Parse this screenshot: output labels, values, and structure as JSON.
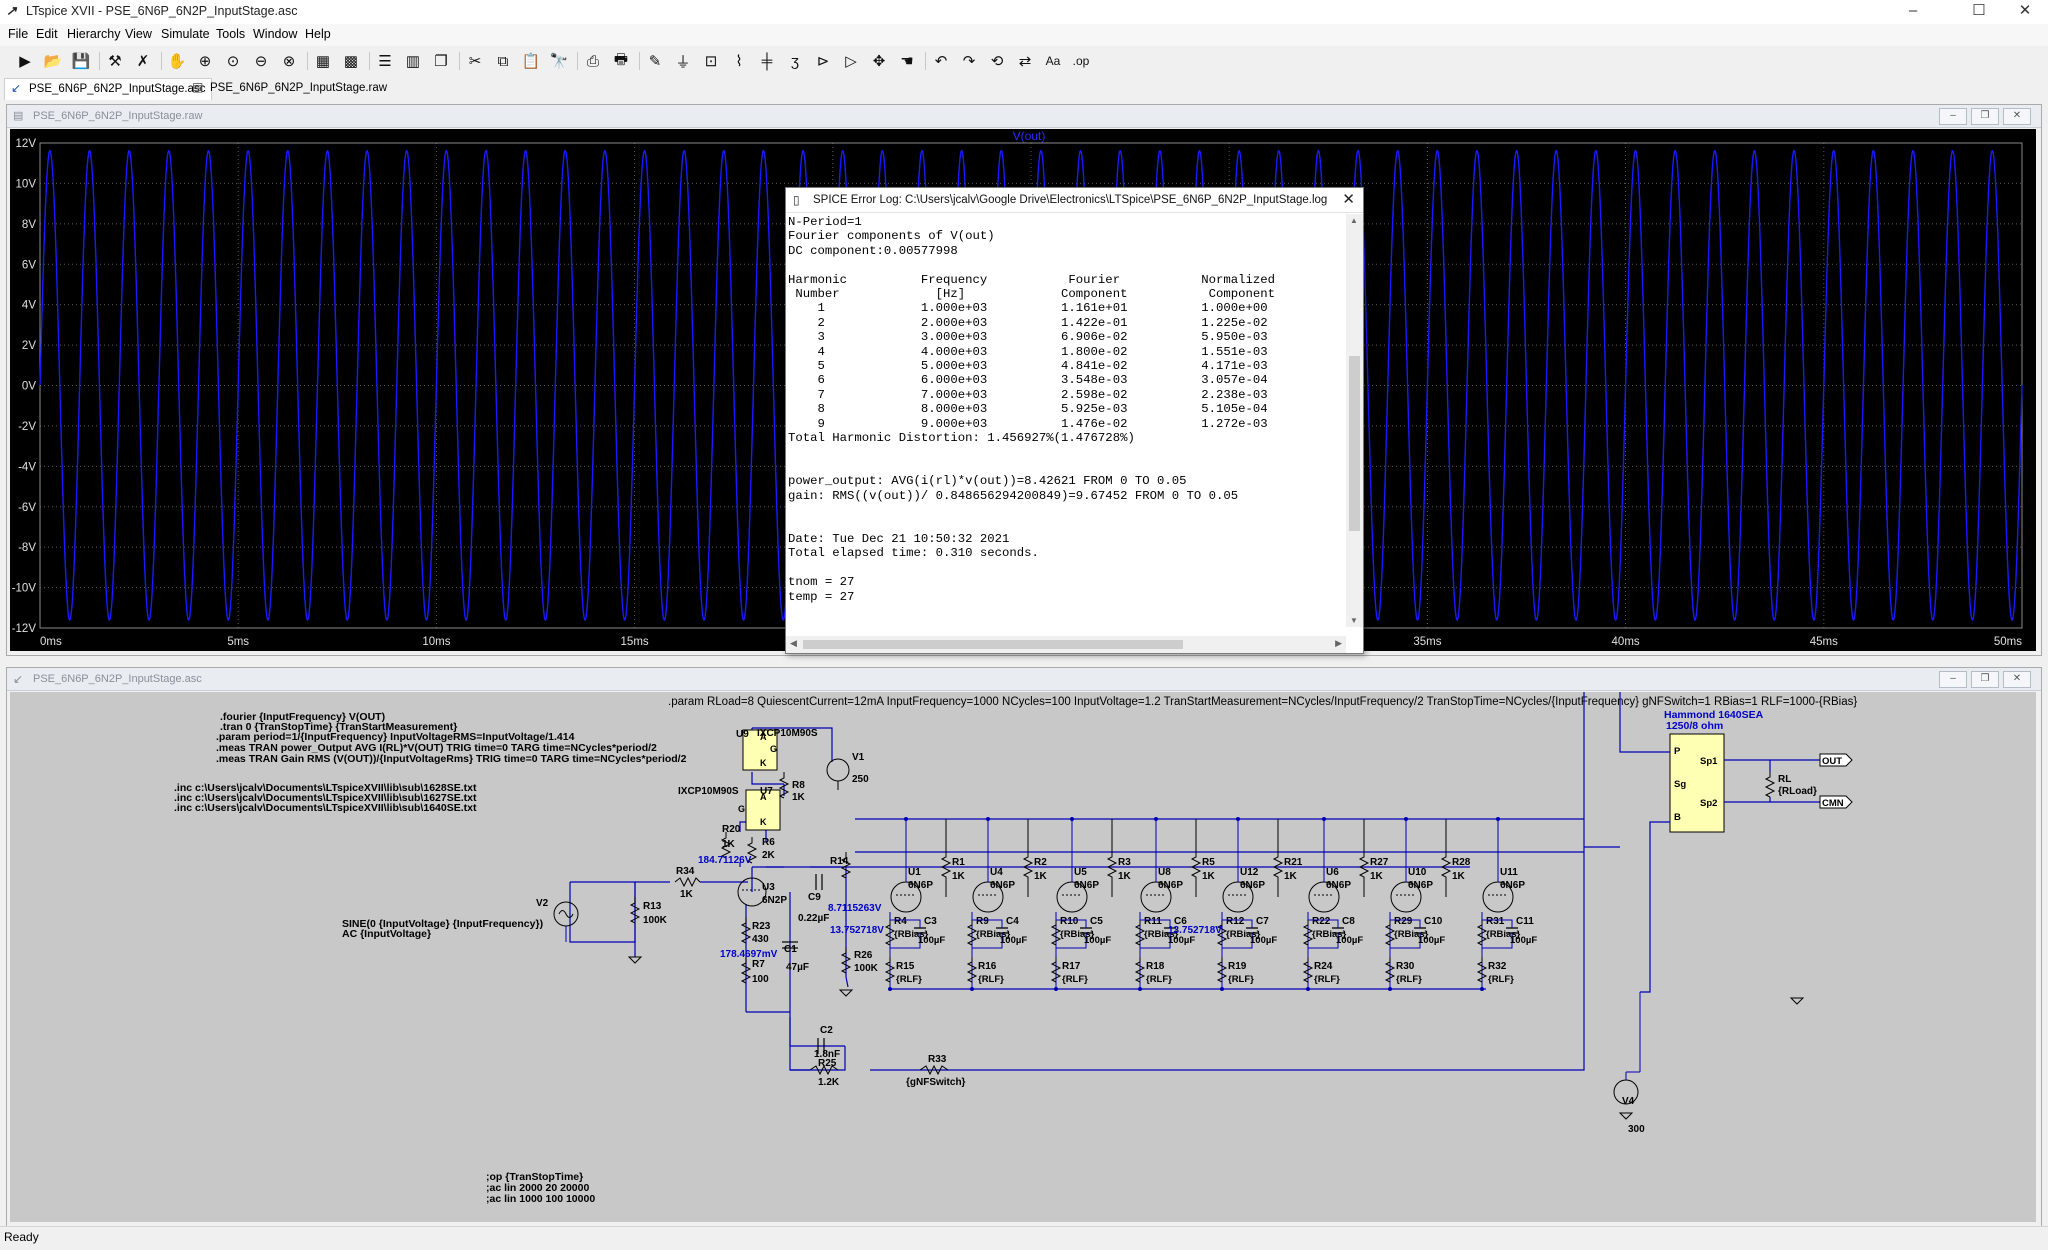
{
  "app": {
    "title": "LTspice XVII - PSE_6N6P_6N2P_InputStage.asc",
    "window_controls": [
      "–",
      "☐",
      "✕"
    ]
  },
  "menu": [
    "File",
    "Edit",
    "Hierarchy",
    "View",
    "Simulate",
    "Tools",
    "Window",
    "Help"
  ],
  "toolbar_icons": [
    "run-icon",
    "open-icon",
    "save-icon",
    "control-panel-icon",
    "probe-icon",
    "pan-icon",
    "zoom-in-icon",
    "zoom-back-icon",
    "zoom-out-icon",
    "zoom-fit-icon",
    "autorange-icon",
    "grid-icon",
    "tile-horizontal-icon",
    "tile-vertical-icon",
    "cascade-icon",
    "cut-icon",
    "copy-icon",
    "paste-icon",
    "find-icon",
    "print-preview-icon",
    "print-icon",
    "draw-wire-icon",
    "ground-icon",
    "label-net-icon",
    "resistor-icon",
    "capacitor-icon",
    "inductor-icon",
    "diode-icon",
    "component-icon",
    "move-icon",
    "drag-icon",
    "undo-icon",
    "redo-icon",
    "rotate-icon",
    "mirror-icon",
    "text-icon",
    "spice-directive-icon"
  ],
  "tabs": [
    {
      "label": "PSE_6N6P_6N2P_InputStage.asc",
      "active": true,
      "icon": "schematic-icon"
    },
    {
      "label": "PSE_6N6P_6N2P_InputStage.raw",
      "active": false,
      "icon": "waveform-icon"
    }
  ],
  "wave_window": {
    "title": "PSE_6N6P_6N2P_InputStage.raw",
    "trace_label": "V(out)",
    "trace_color": "#1a1aff",
    "y_ticks": [
      "12V",
      "10V",
      "8V",
      "6V",
      "4V",
      "2V",
      "0V",
      "-2V",
      "-4V",
      "-6V",
      "-8V",
      "-10V",
      "-12V"
    ],
    "x_ticks": [
      "0ms",
      "5ms",
      "10ms",
      "15ms",
      "20ms",
      "25ms",
      "30ms",
      "35ms",
      "40ms",
      "45ms",
      "50ms"
    ]
  },
  "chart_data": {
    "type": "line",
    "title": "V(out)",
    "xlabel": "",
    "ylabel": "",
    "xlim": [
      0,
      50
    ],
    "ylim": [
      -12,
      12
    ],
    "series": [
      {
        "name": "V(out)",
        "frequency_hz": 1000,
        "amplitude_v": 11.61,
        "dc_v": 0.00578
      }
    ]
  },
  "schem_window": {
    "title": "PSE_6N6P_6N2P_InputStage.asc"
  },
  "errlog": {
    "title": "SPICE Error Log: C:\\Users\\jcalv\\Google Drive\\Electronics\\LTSpice\\PSE_6N6P_6N2P_InputStage.log",
    "close": "✕",
    "text": "N-Period=1\nFourier components of V(out)\nDC component:0.00577998\n\nHarmonic          Frequency           Fourier           Normalized\n Number             [Hz]             Component           Component\n    1             1.000e+03          1.161e+01          1.000e+00\n    2             2.000e+03          1.422e-01          1.225e-02\n    3             3.000e+03          6.906e-02          5.950e-03\n    4             4.000e+03          1.800e-02          1.551e-03\n    5             5.000e+03          4.841e-02          4.171e-03\n    6             6.000e+03          3.548e-03          3.057e-04\n    7             7.000e+03          2.598e-02          2.238e-03\n    8             8.000e+03          5.925e-03          5.105e-04\n    9             9.000e+03          1.476e-02          1.272e-03\nTotal Harmonic Distortion: 1.456927%(1.476728%)\n\n\npower_output: AVG(i(rl)*v(out))=8.42621 FROM 0 TO 0.05\ngain: RMS((v(out))/ 0.848656294200849)=9.67452 FROM 0 TO 0.05\n\n\nDate: Tue Dec 21 10:50:32 2021\nTotal elapsed time: 0.310 seconds.\n\ntnom = 27\ntemp = 27"
  },
  "schematic": {
    "param_line": ".param RLoad=8 QuiescentCurrent=12mA InputFrequency=1000 NCycles=100 InputVoltage=1.2 TranStartMeasurement=NCycles/InputFrequency/2 TranStopTime=NCycles/{InputFrequency} gNFSwitch=1 RBias=1 RLF=1000-{RBias}",
    "directives": [
      ".fourier {InputFrequency} V(OUT)",
      ".tran 0 {TranStopTime} {TranStartMeasurement}",
      ".param period=1/{InputFrequency} InputVoltageRMS=InputVoltage/1.414",
      ".meas TRAN power_Output AVG I(RL)*V(OUT) TRIG time=0 TARG time=NCycles*period/2",
      ".meas TRAN Gain RMS (V(OUT))/{InputVoltageRms} TRIG time=0 TARG time=NCycles*period/2"
    ],
    "includes": [
      ".inc c:\\Users\\jcalv\\Documents\\LTspiceXVII\\lib\\sub\\1628SE.txt",
      ".inc c:\\Users\\jcalv\\Documents\\LTspiceXVII\\lib\\sub\\1627SE.txt",
      ".inc c:\\Users\\jcalv\\Documents\\LTspiceXVII\\lib\\sub\\1640SE.txt"
    ],
    "ac_lines": [
      ";op {TranStopTime}",
      ";ac lin 2000 20 20000",
      ";ac lin 1000 100 10000"
    ],
    "source_text": [
      "SINE(0 {InputVoltage} {InputFrequency})",
      "AC {InputVoltage}"
    ],
    "labels": {
      "v1": "V1",
      "v1_val": "250",
      "v2": "V2",
      "v4": "V4",
      "v4_val": "300",
      "u9": "U9",
      "u9_part": "IXCP10M90S",
      "u7": "U7",
      "u7_part": "IXCP10M90S",
      "r8": "R8",
      "r8_val": "1K",
      "r20": "R20",
      "r20_val": "1K",
      "r6": "R6",
      "r6_val": "2K",
      "r34": "R34",
      "r34_val": "1K",
      "r13": "R13",
      "r13_val": "100K",
      "u3": "U3",
      "u3_part": "6N2P",
      "c9": "C9",
      "c9_val": "0.22µF",
      "r14": "R14",
      "r23": "R23",
      "r23_val": "430",
      "c1": "C1",
      "c1_val": "47µF",
      "r7": "R7",
      "r7_val": "100",
      "r26": "R26",
      "r26_val": "100K",
      "c2": "C2",
      "c2_val": "1.8nF",
      "r25": "R25",
      "r25_val": "1.2K",
      "r33": "R33",
      "r33_val": "{gNFSwitch}",
      "op_1": "184.71126V",
      "op_2": "8.7115263V",
      "op_3": "13.752718V",
      "op_4": "13.752718V",
      "op_5": "178.4697mV",
      "xfmr": "Hammond 1640SEA",
      "xfmr_sub": "1250/8 ohm",
      "xfmr_p": "P",
      "xfmr_sg": "Sg",
      "xfmr_b": "B",
      "xfmr_sp1": "Sp1",
      "xfmr_sp2": "Sp2",
      "rl": "RL",
      "rl_val": "{RLoad}",
      "out": "OUT",
      "cmn": "CMN",
      "tube": "6N6P",
      "k1": "1K",
      "rbias": "{RBias}",
      "rlf": "{RLF}",
      "c100": "100µF"
    },
    "stages": [
      {
        "u": "U1",
        "r": "R1",
        "rb": "R4",
        "c": "C3",
        "rl": "R15"
      },
      {
        "u": "U4",
        "r": "R2",
        "rb": "R9",
        "c": "C4",
        "rl": "R16"
      },
      {
        "u": "U5",
        "r": "R3",
        "rb": "R10",
        "c": "C5",
        "rl": "R17"
      },
      {
        "u": "U8",
        "r": "R5",
        "rb": "R11",
        "c": "C6",
        "rl": "R18"
      },
      {
        "u": "U12",
        "r": "R21",
        "rb": "R12",
        "c": "C7",
        "rl": "R19"
      },
      {
        "u": "U6",
        "r": "R27",
        "rb": "R22",
        "c": "C8",
        "rl": "R24"
      },
      {
        "u": "U10",
        "r": "R28",
        "rb": "R29",
        "c": "C10",
        "rl": "R30"
      },
      {
        "u": "U11",
        "r": "",
        "rb": "R31",
        "c": "C11",
        "rl": "R32"
      }
    ]
  },
  "status": "Ready"
}
